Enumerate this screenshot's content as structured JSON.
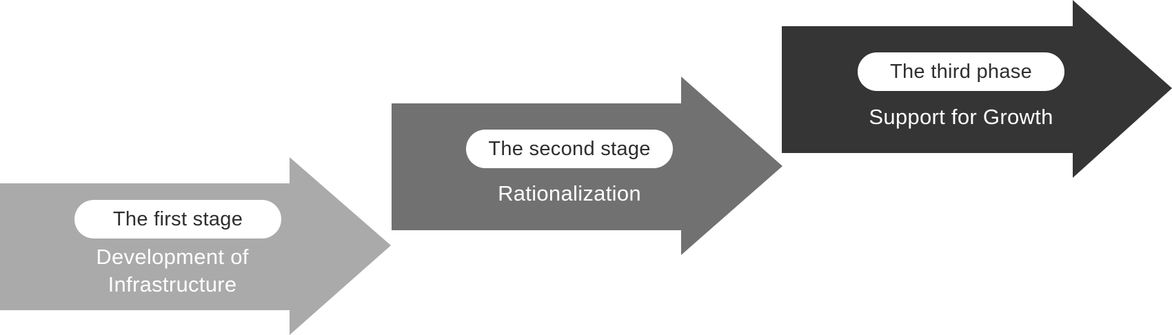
{
  "colors": {
    "stage_1_fill": "#aaaaaa",
    "stage_2_fill": "#717171",
    "stage_3_fill": "#353535",
    "pill_fill": "#ffffff",
    "pill_text": "#2e2e2e",
    "description_text": "#ffffff"
  },
  "stages": [
    {
      "label": "The first stage",
      "description_line_1": "Development of",
      "description_line_2": "Infrastructure"
    },
    {
      "label": "The second stage",
      "description_line_1": "Rationalization"
    },
    {
      "label": "The third phase",
      "description_line_1": "Support for Growth"
    }
  ]
}
